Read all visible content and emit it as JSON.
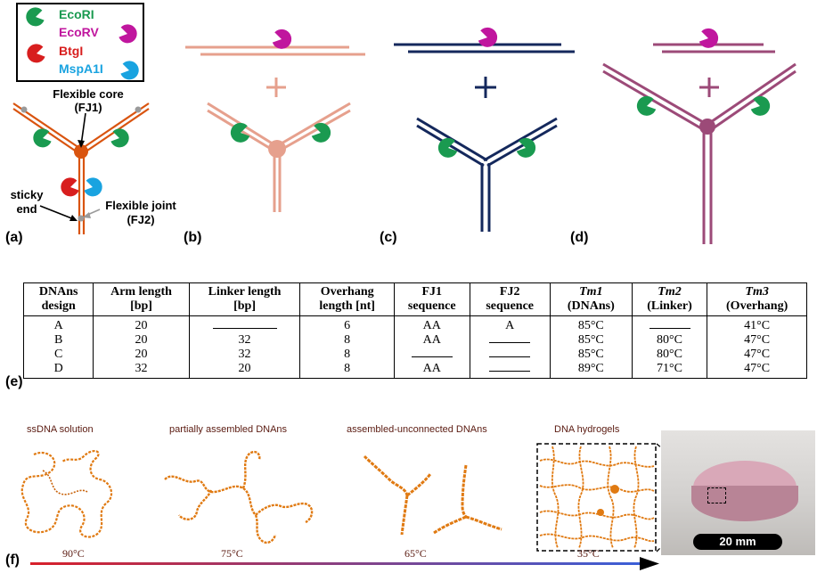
{
  "legend": {
    "items": [
      {
        "label": "EcoRI",
        "color": "#1a9a50"
      },
      {
        "label": "EcoRV",
        "color": "#c0169e"
      },
      {
        "label": "BtgI",
        "color": "#d81e1e"
      },
      {
        "label": "MspA1I",
        "color": "#19a3e0"
      }
    ]
  },
  "panel_a": {
    "core_label_line1": "Flexible core",
    "core_label_line2": "(FJ1)",
    "sticky_label_line1": "sticky",
    "sticky_label_line2": "end",
    "joint_label_line1": "Flexible joint",
    "joint_label_line2": "(FJ2)"
  },
  "panel_letters": {
    "a": "(a)",
    "b": "(b)",
    "c": "(c)",
    "d": "(d)",
    "e": "(e)",
    "f": "(f)"
  },
  "plus_sign": "+",
  "colors": {
    "panel_a": "#d9540f",
    "panel_b": "#e6a08d",
    "panel_c": "#14285c",
    "panel_d": "#9c4a78",
    "fj2_dot": "#9a9a9a"
  },
  "table": {
    "headers": [
      {
        "line1": "DNAns",
        "line2": "design"
      },
      {
        "line1": "Arm length",
        "line2": "[bp]"
      },
      {
        "line1": "Linker length",
        "line2": "[bp]"
      },
      {
        "line1": "Overhang",
        "line2": "length [nt]"
      },
      {
        "line1": "FJ1",
        "line2": "sequence"
      },
      {
        "line1": "FJ2",
        "line2": "sequence"
      },
      {
        "line1": "Tm1",
        "line2": "(DNAns)"
      },
      {
        "line1": "Tm2",
        "line2": "(Linker)"
      },
      {
        "line1": "Tm3",
        "line2": "(Overhang)"
      }
    ],
    "rows": [
      [
        "A",
        "20",
        "",
        "6",
        "AA",
        "A",
        "85°C",
        "",
        "41°C"
      ],
      [
        "B",
        "20",
        "32",
        "8",
        "AA",
        "",
        "85°C",
        "80°C",
        "47°C"
      ],
      [
        "C",
        "20",
        "32",
        "8",
        "",
        "",
        "85°C",
        "80°C",
        "47°C"
      ],
      [
        "D",
        "32",
        "20",
        "8",
        "AA",
        "",
        "89°C",
        "71°C",
        "47°C"
      ]
    ]
  },
  "panel_f": {
    "snapshots": [
      {
        "title": "ssDNA solution",
        "temperature": "90°C"
      },
      {
        "title": "partially assembled DNAns",
        "temperature": "75°C"
      },
      {
        "title": "assembled-unconnected DNAns",
        "temperature": "65°C"
      },
      {
        "title": "DNA hydrogels",
        "temperature": "35°C"
      }
    ],
    "scale_bar": "20 mm",
    "gradient_start": "#d8202a",
    "gradient_end": "#3b5fd8"
  }
}
